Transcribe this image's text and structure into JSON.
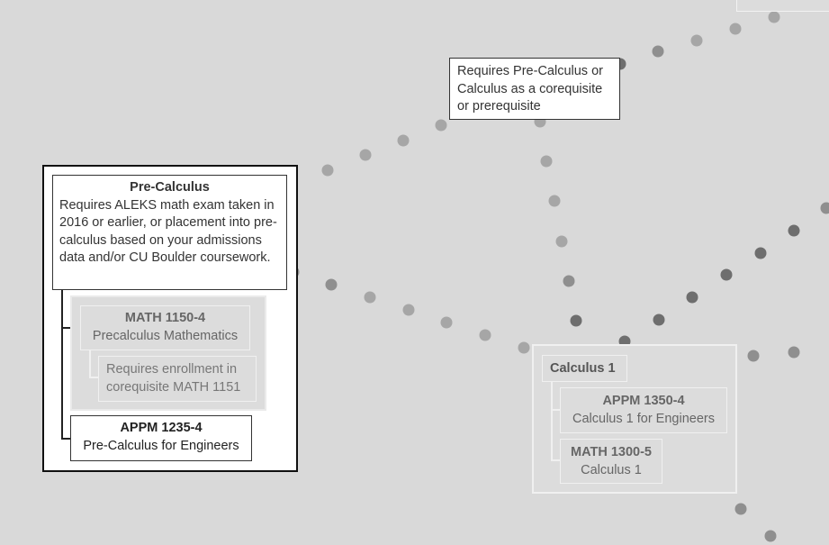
{
  "tooltip": {
    "text": "Requires Pre-Calculus or Calculus as a corequisite or prerequisite"
  },
  "precalculus": {
    "title": "Pre-Calculus",
    "description": "Requires ALEKS math exam taken in 2016 or earlier, or placement into pre-calculus based on your admissions data and/or CU Boulder coursework.",
    "courses": [
      {
        "code": "MATH 1150-4",
        "name": "Precalculus Mathematics",
        "note": "Requires enrollment in corequisite MATH 1151"
      },
      {
        "code": "APPM 1235-4",
        "name": "Pre-Calculus for Engineers"
      }
    ]
  },
  "calculus1": {
    "title": "Calculus 1",
    "courses": [
      {
        "code": "APPM 1350-4",
        "name": "Calculus 1 for Engineers"
      },
      {
        "code": "MATH 1300-5",
        "name": "Calculus 1"
      }
    ]
  },
  "colors": {
    "background": "#d9d9d9",
    "dot_light": "#a6a6a6",
    "dot_medium": "#8f8f8f",
    "dot_dark": "#6e6e6e"
  }
}
